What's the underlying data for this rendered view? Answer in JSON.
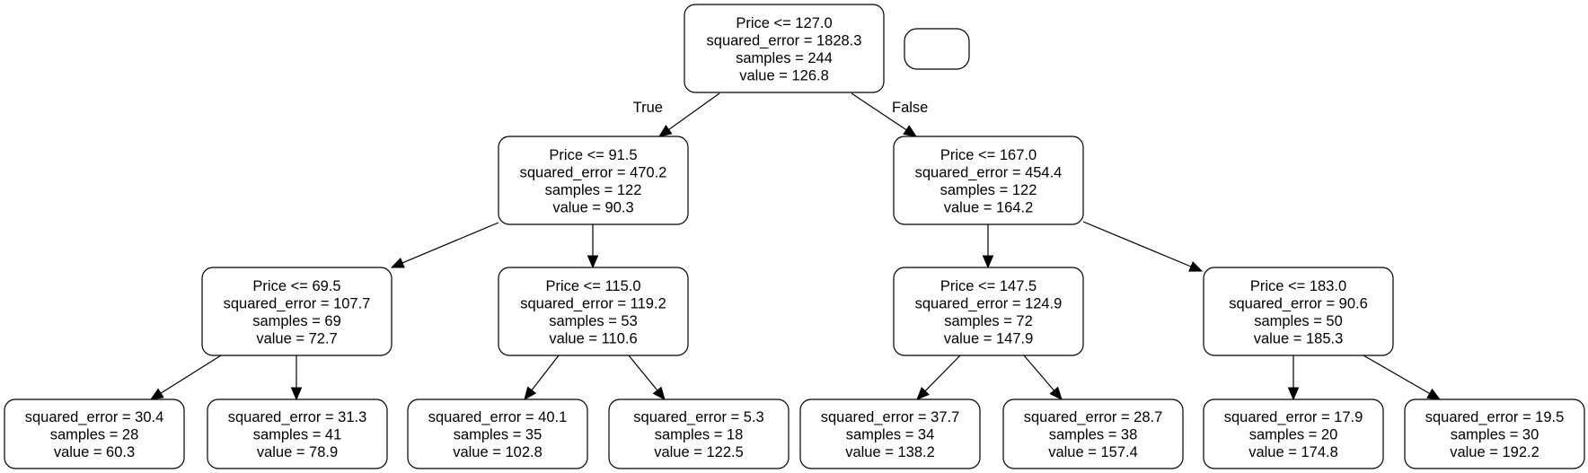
{
  "tree": {
    "nodes": [
      {
        "id": "n0",
        "lines": [
          "Price <= 127.0",
          "squared_error = 1828.3",
          "samples = 244",
          "value = 126.8"
        ]
      },
      {
        "id": "n1",
        "lines": [
          "Price <= 91.5",
          "squared_error = 470.2",
          "samples = 122",
          "value = 90.3"
        ]
      },
      {
        "id": "n2",
        "lines": [
          "Price <= 167.0",
          "squared_error = 454.4",
          "samples = 122",
          "value = 164.2"
        ]
      },
      {
        "id": "n3",
        "lines": [
          "Price <= 69.5",
          "squared_error = 107.7",
          "samples = 69",
          "value = 72.7"
        ]
      },
      {
        "id": "n4",
        "lines": [
          "Price <= 115.0",
          "squared_error = 119.2",
          "samples = 53",
          "value = 110.6"
        ]
      },
      {
        "id": "n5",
        "lines": [
          "Price <= 147.5",
          "squared_error = 124.9",
          "samples = 72",
          "value = 147.9"
        ]
      },
      {
        "id": "n6",
        "lines": [
          "Price <= 183.0",
          "squared_error = 90.6",
          "samples = 50",
          "value = 185.3"
        ]
      },
      {
        "id": "n7",
        "lines": [
          "squared_error = 30.4",
          "samples = 28",
          "value = 60.3"
        ]
      },
      {
        "id": "n8",
        "lines": [
          "squared_error = 31.3",
          "samples = 41",
          "value = 78.9"
        ]
      },
      {
        "id": "n9",
        "lines": [
          "squared_error = 40.1",
          "samples = 35",
          "value = 102.8"
        ]
      },
      {
        "id": "n10",
        "lines": [
          "squared_error = 5.3",
          "samples = 18",
          "value = 122.5"
        ]
      },
      {
        "id": "n11",
        "lines": [
          "squared_error = 37.7",
          "samples = 34",
          "value = 138.2"
        ]
      },
      {
        "id": "n12",
        "lines": [
          "squared_error = 28.7",
          "samples = 38",
          "value = 157.4"
        ]
      },
      {
        "id": "n13",
        "lines": [
          "squared_error = 17.9",
          "samples = 20",
          "value = 174.8"
        ]
      },
      {
        "id": "n14",
        "lines": [
          "squared_error = 19.5",
          "samples = 30",
          "value = 192.2"
        ]
      },
      {
        "id": "legend",
        "lines": []
      }
    ],
    "edges": [
      {
        "from": "n0",
        "to": "n1",
        "label": "True"
      },
      {
        "from": "n0",
        "to": "n2",
        "label": "False"
      },
      {
        "from": "n1",
        "to": "n3",
        "label": ""
      },
      {
        "from": "n1",
        "to": "n4",
        "label": ""
      },
      {
        "from": "n2",
        "to": "n5",
        "label": ""
      },
      {
        "from": "n2",
        "to": "n6",
        "label": ""
      },
      {
        "from": "n3",
        "to": "n7",
        "label": ""
      },
      {
        "from": "n3",
        "to": "n8",
        "label": ""
      },
      {
        "from": "n4",
        "to": "n9",
        "label": ""
      },
      {
        "from": "n4",
        "to": "n10",
        "label": ""
      },
      {
        "from": "n5",
        "to": "n11",
        "label": ""
      },
      {
        "from": "n5",
        "to": "n12",
        "label": ""
      },
      {
        "from": "n6",
        "to": "n13",
        "label": ""
      },
      {
        "from": "n6",
        "to": "n14",
        "label": ""
      }
    ]
  }
}
